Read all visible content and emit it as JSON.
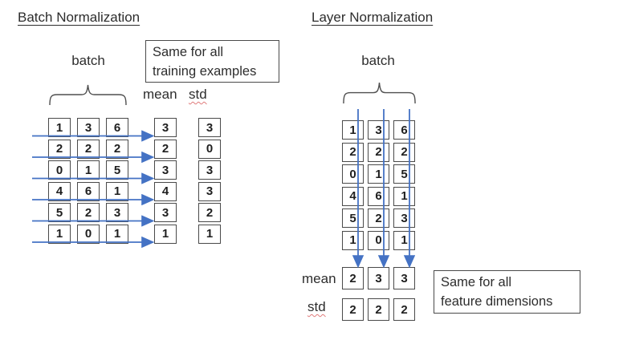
{
  "left": {
    "title": "Batch Normalization",
    "batch_label": "batch",
    "note_lines": [
      "Same for all",
      "training examples"
    ],
    "mean_label": "mean",
    "std_label": "std",
    "grid": [
      [
        1,
        3,
        6
      ],
      [
        2,
        2,
        2
      ],
      [
        0,
        1,
        5
      ],
      [
        4,
        6,
        1
      ],
      [
        5,
        2,
        3
      ],
      [
        1,
        0,
        1
      ]
    ],
    "mean": [
      3,
      2,
      3,
      4,
      3,
      1
    ],
    "std": [
      3,
      0,
      3,
      3,
      2,
      1
    ]
  },
  "right": {
    "title": "Layer Normalization",
    "batch_label": "batch",
    "note_lines": [
      "Same for all",
      "feature dimensions"
    ],
    "mean_label": "mean",
    "std_label": "std",
    "grid": [
      [
        1,
        3,
        6
      ],
      [
        2,
        2,
        2
      ],
      [
        0,
        1,
        5
      ],
      [
        4,
        6,
        1
      ],
      [
        5,
        2,
        3
      ],
      [
        1,
        0,
        1
      ]
    ],
    "mean": [
      2,
      3,
      3
    ],
    "std": [
      2,
      2,
      2
    ]
  },
  "colors": {
    "arrow_blue": "#4472C4",
    "box_border": "#4a4a4a",
    "text": "#2d2d2d",
    "squiggle_red": "#e07b7b"
  },
  "icons": {
    "row_arrows": "right-arrow",
    "column_arrows": "down-arrow",
    "braces": "horizontal-curly-brace"
  }
}
